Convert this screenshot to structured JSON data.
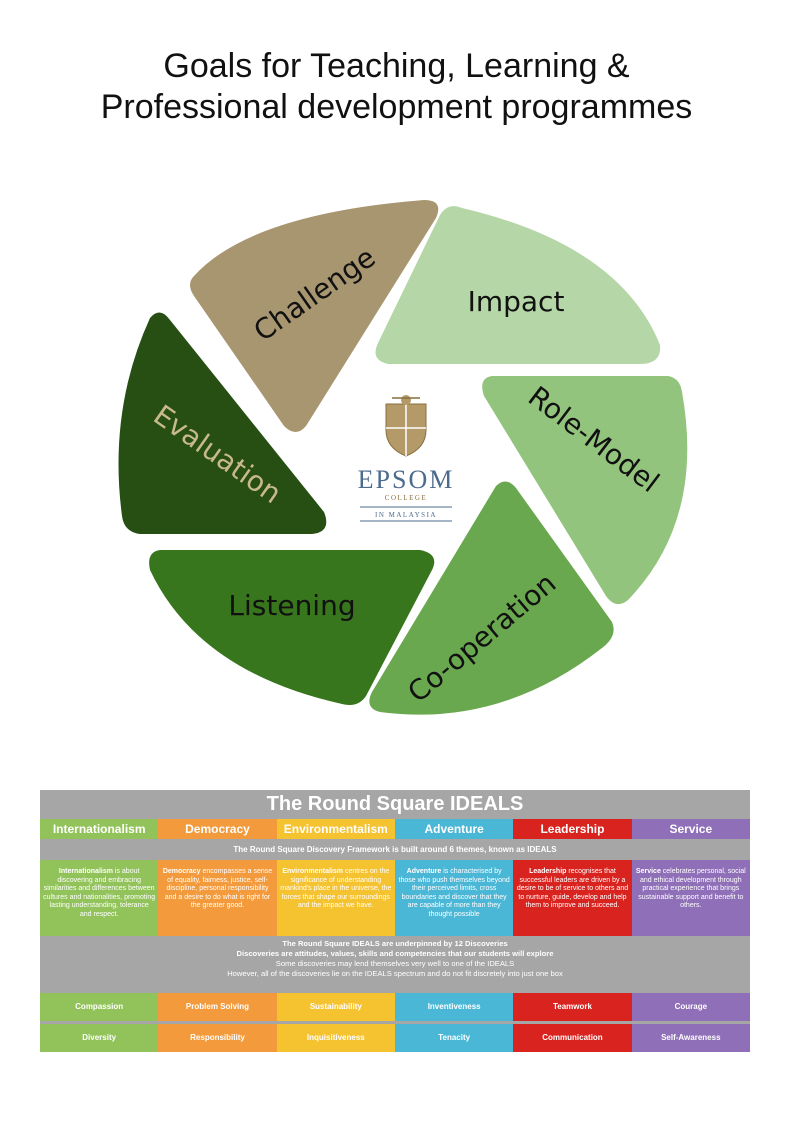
{
  "title": {
    "line1": "Goals for Teaching, Learning &",
    "line2": "Professional development programmes"
  },
  "wheel": {
    "segments": [
      {
        "label": "Impact",
        "color": "#b5d6a7"
      },
      {
        "label": "Role-Model",
        "color": "#93c47d"
      },
      {
        "label": "Co-operation",
        "color": "#6aa84f"
      },
      {
        "label": "Listening",
        "color": "#38761d"
      },
      {
        "label": "Evaluation",
        "color": "#274e13"
      },
      {
        "label": "Challenge",
        "color": "#a89670"
      }
    ],
    "logo": {
      "name": "EPSOM",
      "sub": "COLLEGE",
      "country": "IN MALAYSIA"
    }
  },
  "ideals": {
    "title": "The Round Square IDEALS",
    "themes": [
      {
        "label": "Internationalism",
        "color": "#92c35a"
      },
      {
        "label": "Democracy",
        "color": "#f39a3c"
      },
      {
        "label": "Environmentalism",
        "color": "#f5c230"
      },
      {
        "label": "Adventure",
        "color": "#4ab7d6"
      },
      {
        "label": "Leadership",
        "color": "#d9231f"
      },
      {
        "label": "Service",
        "color": "#8f6fb7"
      }
    ],
    "framework_note": "The Round Square Discovery Framework is built around 6 themes, known as IDEALS",
    "descriptions": [
      {
        "term": "Internationalism",
        "text": " is about discovering and embracing similarities and differences between cultures and nationalities, promoting lasting understanding, tolerance and respect."
      },
      {
        "term": "Democracy",
        "text": " encompasses a sense of equality, fairness, justice, self-discipline, personal responsibility and a desire to do what is right for the greater good."
      },
      {
        "term": "Environmentalism",
        "text": " centres on the significance of understanding mankind's place in the universe, the forces that shape our surroundings and the impact we have."
      },
      {
        "term": "Adventure",
        "text": " is characterised by those who push themselves beyond their perceived limits, cross boundaries and discover that they are capable of more than they thought possible"
      },
      {
        "term": "Leadership",
        "text": " recognises that successful leaders are driven by a desire to be of service to others and to nurture, guide, develop and help them to improve and succeed."
      },
      {
        "term": "Service",
        "text": " celebrates personal, social and ethical development through practical experience that brings sustainable support and benefit to others."
      }
    ],
    "discoveries_note": {
      "line1": "The Round Square IDEALS are underpinned by 12 Discoveries",
      "line2": "Discoveries are attitudes, values, skills and competencies that our students will explore",
      "line3": "Some discoveries may lend themselves very well to one of the IDEALS",
      "line4": "However, all of the discoveries lie on the IDEALS spectrum and do not fit discretely into just one box"
    },
    "discoveries_row1": [
      "Compassion",
      "Problem Solving",
      "Sustainability",
      "Inventiveness",
      "Teamwork",
      "Courage"
    ],
    "discoveries_row2": [
      "Diversity",
      "Responsibility",
      "Inquisitiveness",
      "Tenacity",
      "Communication",
      "Self-Awareness"
    ]
  }
}
